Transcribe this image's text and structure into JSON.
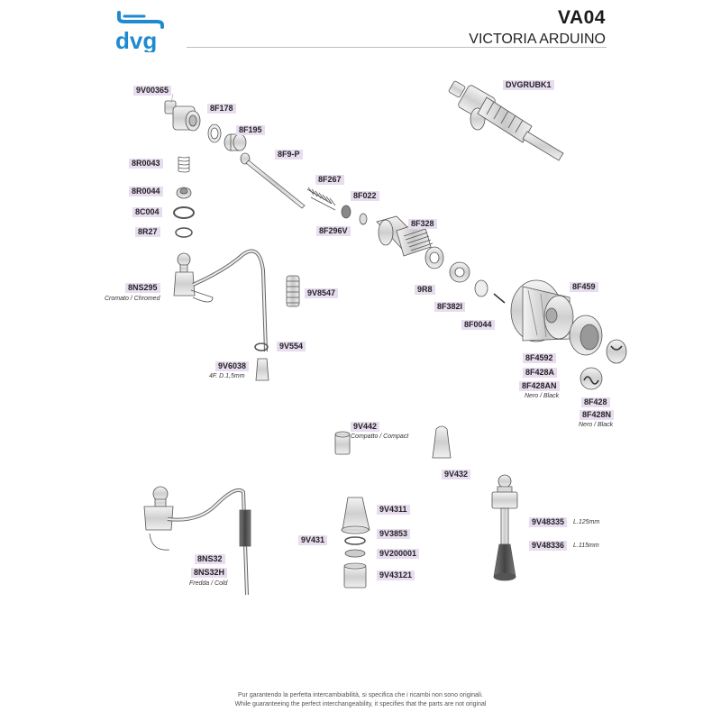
{
  "header": {
    "brand": "dvg",
    "model": "VA04",
    "manufacturer": "VICTORIA ARDUINO"
  },
  "parts": {
    "p9V00365": "9V00365",
    "p8F178": "8F178",
    "p8F195": "8F195",
    "p8R0043": "8R0043",
    "p8F9P": "8F9-P",
    "p8F267": "8F267",
    "p8R0044": "8R0044",
    "p8F022": "8F022",
    "p8C004": "8C004",
    "p8F296V": "8F296V",
    "p8F328": "8F328",
    "p8R27": "8R27",
    "pDVGRUBK1": "DVGRUBK1",
    "p8NS295": "8NS295",
    "p9V8547": "9V8547",
    "p9R8": "9R8",
    "p8F382I": "8F382I",
    "p8F0044": "8F0044",
    "p8F459": "8F459",
    "p9V554": "9V554",
    "p9V6038": "9V6038",
    "p8F4592": "8F4592",
    "p8F428A": "8F428A",
    "p8F428AN": "8F428AN",
    "p8F428": "8F428",
    "p8F428N": "8F428N",
    "p9V442": "9V442",
    "p9V432": "9V432",
    "p9V4311": "9V4311",
    "p9V431": "9V431",
    "p9V3853": "9V3853",
    "p9V200001": "9V200001",
    "p9V43121": "9V43121",
    "p9V48335": "9V48335",
    "p9V48336": "9V48336",
    "p8NS32": "8NS32",
    "p8NS32H": "8NS32H"
  },
  "notes": {
    "n8NS295": "Cromato / Chromed",
    "n9V6038": "4F. D.1,5mm",
    "n8F428AN": "Nero / Black",
    "n8F428N": "Nero / Black",
    "n9V442": "Compatto / Compact",
    "n9V48335": "L.125mm",
    "n9V48336": "L.115mm",
    "n8NS32H": "Fredda / Cold"
  },
  "footer": {
    "line1": "Pur garantendo la perfetta intercambiabilità, si specifica che i ricambi non sono originali.",
    "line2": "While guaranteeing the perfect interchangeability, it specifies that the parts are not original"
  },
  "colors": {
    "brand_blue": "#1f8ad0",
    "label_bg": "#e8dcef",
    "part_stroke": "#555555"
  }
}
